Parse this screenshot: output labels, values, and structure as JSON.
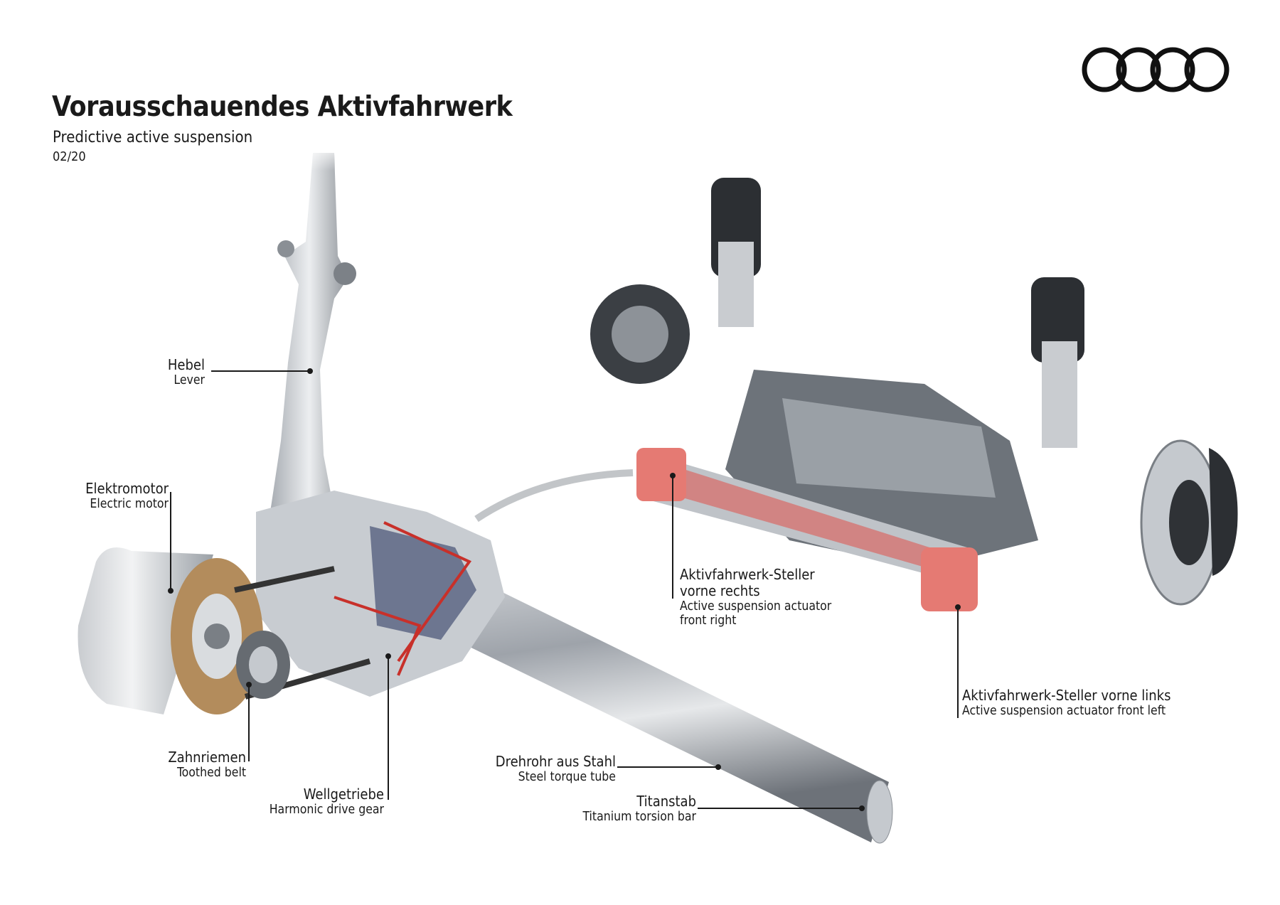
{
  "header": {
    "title": "Vorausschauendes Aktivfahrwerk",
    "subtitle": "Predictive active suspension",
    "date": "02/20",
    "logo": "audi-four-rings-logo"
  },
  "labels": [
    {
      "de": "Hebel",
      "en": "Lever"
    },
    {
      "de": "Elektromotor",
      "en": "Electric motor"
    },
    {
      "de": "Zahnriemen",
      "en": "Toothed belt"
    },
    {
      "de": "Wellgetriebe",
      "en": "Harmonic drive gear"
    },
    {
      "de": "Drehrohr aus Stahl",
      "en": "Steel torque tube"
    },
    {
      "de": "Titanstab",
      "en": "Titanium torsion bar"
    },
    {
      "de1": "Aktivfahrwerk-Steller",
      "de2": "vorne rechts",
      "en1": "Active suspension actuator",
      "en2": "front right"
    },
    {
      "de": "Aktivfahrwerk-Steller vorne links",
      "en": "Active suspension actuator front left"
    }
  ],
  "colors": {
    "text": "#1a1a1a",
    "actuator_highlight": "#e0504a",
    "metal": "#b8bcc2"
  }
}
